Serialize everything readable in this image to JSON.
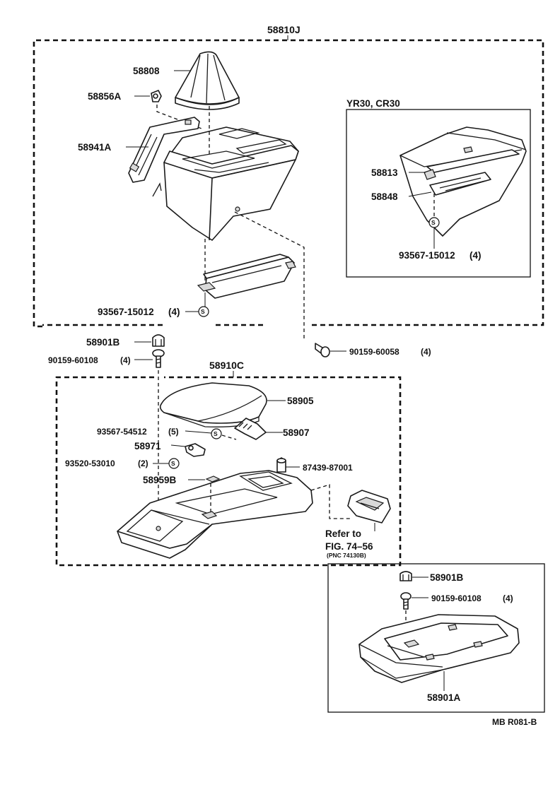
{
  "labels": {
    "assembly_upper": "58810J",
    "shift_boot": "58808",
    "clip_a": "58856A",
    "bracket": "58941A",
    "variant": "YR30, CR30",
    "var_part_1": "58813",
    "var_part_2": "58848",
    "var_screw": "93567-15012",
    "var_screw_qty": "(4)",
    "tray_screw": "93567-15012",
    "tray_screw_qty": "(4)",
    "cushion_clip": "58901B",
    "bolt_left": "90159-60108",
    "bolt_left_qty": "(4)",
    "bolt_right": "90159-60058",
    "bolt_right_qty": "(4)",
    "assembly_lower": "58910C",
    "armrest_lid": "58905",
    "lid_screw": "93567-54512",
    "lid_screw_qty": "(5)",
    "hinge": "58907",
    "striker": "58971",
    "striker_screw": "93520-53010",
    "striker_screw_qty": "(2)",
    "lock": "87439-87001",
    "pad": "58959B",
    "refer_line1": "Refer to",
    "refer_line2": "FIG. 74–56",
    "refer_line3": "(PNC 74130B)",
    "inset_clip": "58901B",
    "inset_bolt": "90159-60108",
    "inset_bolt_qty": "(4)",
    "inset_tray": "58901A",
    "drawing_code": "MB R081-B",
    "screw_symbol": "S"
  }
}
